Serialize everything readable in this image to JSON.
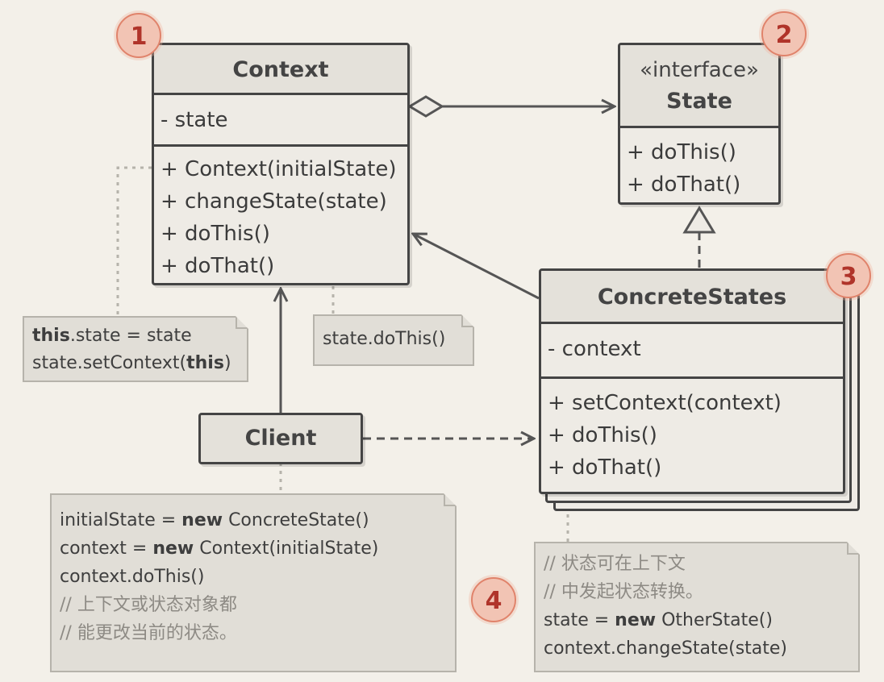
{
  "context": {
    "name": "Context",
    "fields": [
      "- state"
    ],
    "methods": [
      "+ Context(initialState)",
      "+ changeState(state)",
      "+ doThis()",
      "+ doThat()"
    ]
  },
  "state_interface": {
    "stereotype": "«interface»",
    "name": "State",
    "methods": [
      "+ doThis()",
      "+ doThat()"
    ]
  },
  "concrete_states": {
    "name": "ConcreteStates",
    "fields": [
      "- context"
    ],
    "methods": [
      "+ setContext(context)",
      "+ doThis()",
      "+ doThat()"
    ]
  },
  "client": {
    "name": "Client"
  },
  "notes": {
    "context_ctor": {
      "line1": {
        "kw": "this",
        "rest": ".state = state"
      },
      "line2": {
        "pre": "state.setContext(",
        "kw": "this",
        "post": ")"
      }
    },
    "dothis": {
      "text": "state.doThis()"
    },
    "client": {
      "line1": {
        "pre": "initialState = ",
        "kw": "new",
        "post": " ConcreteState()"
      },
      "line2": {
        "pre": "context = ",
        "kw": "new",
        "post": " Context(initialState)"
      },
      "line3": "context.doThis()",
      "line4": "// 上下文或状态对象都",
      "line5": "// 能更改当前的状态。"
    },
    "concrete": {
      "line1": "// 状态可在上下文",
      "line2": "// 中发起状态转换。",
      "line3": {
        "pre": "state = ",
        "kw": "new",
        "post": " OtherState()"
      },
      "line4": "context.changeState(state)"
    }
  },
  "badges": [
    "1",
    "2",
    "3",
    "4"
  ],
  "colors": {
    "background": "#f3f0e9",
    "box_fill": "#eeebe5",
    "stroke": "#444444",
    "note_fill": "#e1ded7",
    "badge_fill": "#f2c4b4",
    "badge_text": "#b0342a"
  }
}
